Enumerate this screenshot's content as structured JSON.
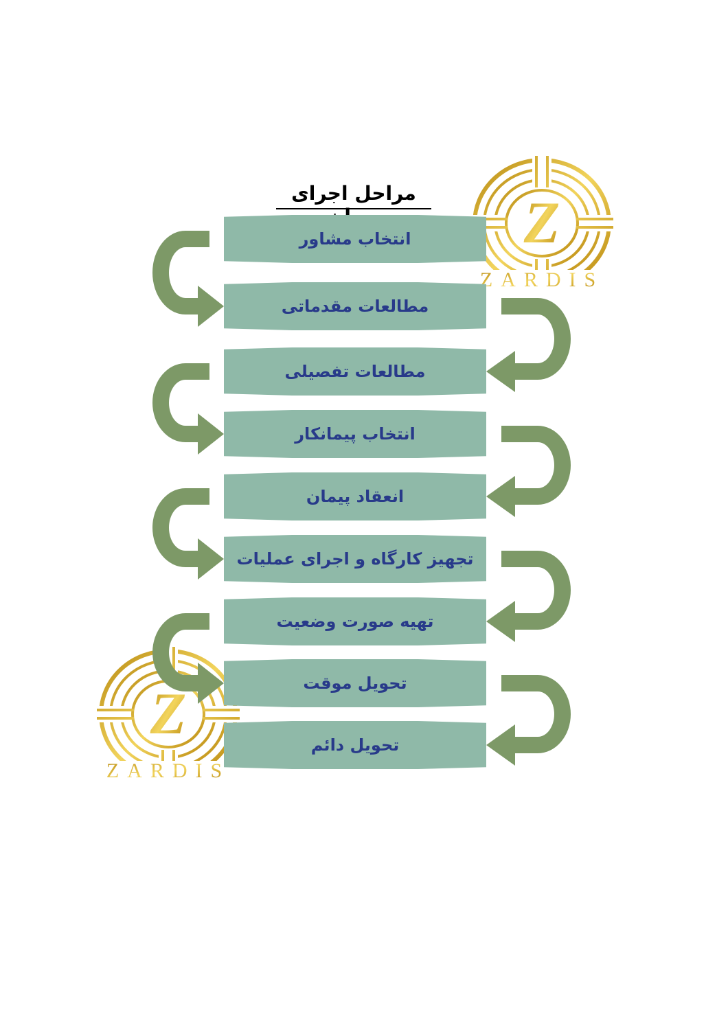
{
  "title": "مراحل اجرای پیمان",
  "steps": [
    {
      "label": "انتخاب مشاور"
    },
    {
      "label": "مطالعات مقدماتی"
    },
    {
      "label": "مطالعات تفصیلی"
    },
    {
      "label": "انتخاب پیمانکار"
    },
    {
      "label": "انعقاد پیمان"
    },
    {
      "label": "تجهیز کارگاه و اجرای عملیات"
    },
    {
      "label": "تهیه صورت وضعیت"
    },
    {
      "label": "تحویل موقت"
    },
    {
      "label": "تحویل دائم"
    }
  ],
  "logos": [
    {
      "text": "ZARDIS",
      "letter": "Z"
    },
    {
      "text": "ZARDIS",
      "letter": "Z"
    }
  ],
  "colors": {
    "box_fill": "#8fb9a8",
    "arrow_fill": "#7d9967",
    "label_text": "#283a8a",
    "logo_gold": "#d4a017"
  }
}
